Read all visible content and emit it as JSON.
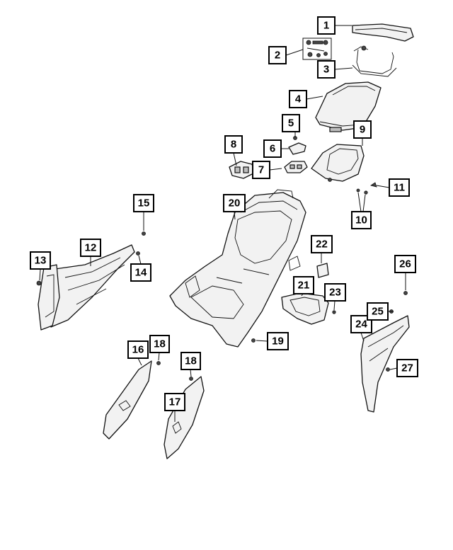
{
  "callouts": [
    {
      "id": "c1",
      "label": "1"
    },
    {
      "id": "c2",
      "label": "2"
    },
    {
      "id": "c3",
      "label": "3"
    },
    {
      "id": "c4",
      "label": "4"
    },
    {
      "id": "c5",
      "label": "5"
    },
    {
      "id": "c6",
      "label": "6"
    },
    {
      "id": "c7",
      "label": "7"
    },
    {
      "id": "c8",
      "label": "8"
    },
    {
      "id": "c9",
      "label": "9"
    },
    {
      "id": "c10",
      "label": "10"
    },
    {
      "id": "c11",
      "label": "11"
    },
    {
      "id": "c12",
      "label": "12"
    },
    {
      "id": "c13",
      "label": "13"
    },
    {
      "id": "c14",
      "label": "14"
    },
    {
      "id": "c15",
      "label": "15"
    },
    {
      "id": "c16",
      "label": "16"
    },
    {
      "id": "c17",
      "label": "17"
    },
    {
      "id": "c18a",
      "label": "18"
    },
    {
      "id": "c18b",
      "label": "18"
    },
    {
      "id": "c19",
      "label": "19"
    },
    {
      "id": "c20",
      "label": "20"
    },
    {
      "id": "c21",
      "label": "21"
    },
    {
      "id": "c22",
      "label": "22"
    },
    {
      "id": "c23",
      "label": "23"
    },
    {
      "id": "c24",
      "label": "24"
    },
    {
      "id": "c25",
      "label": "25"
    },
    {
      "id": "c26",
      "label": "26"
    },
    {
      "id": "c27",
      "label": "27"
    }
  ]
}
